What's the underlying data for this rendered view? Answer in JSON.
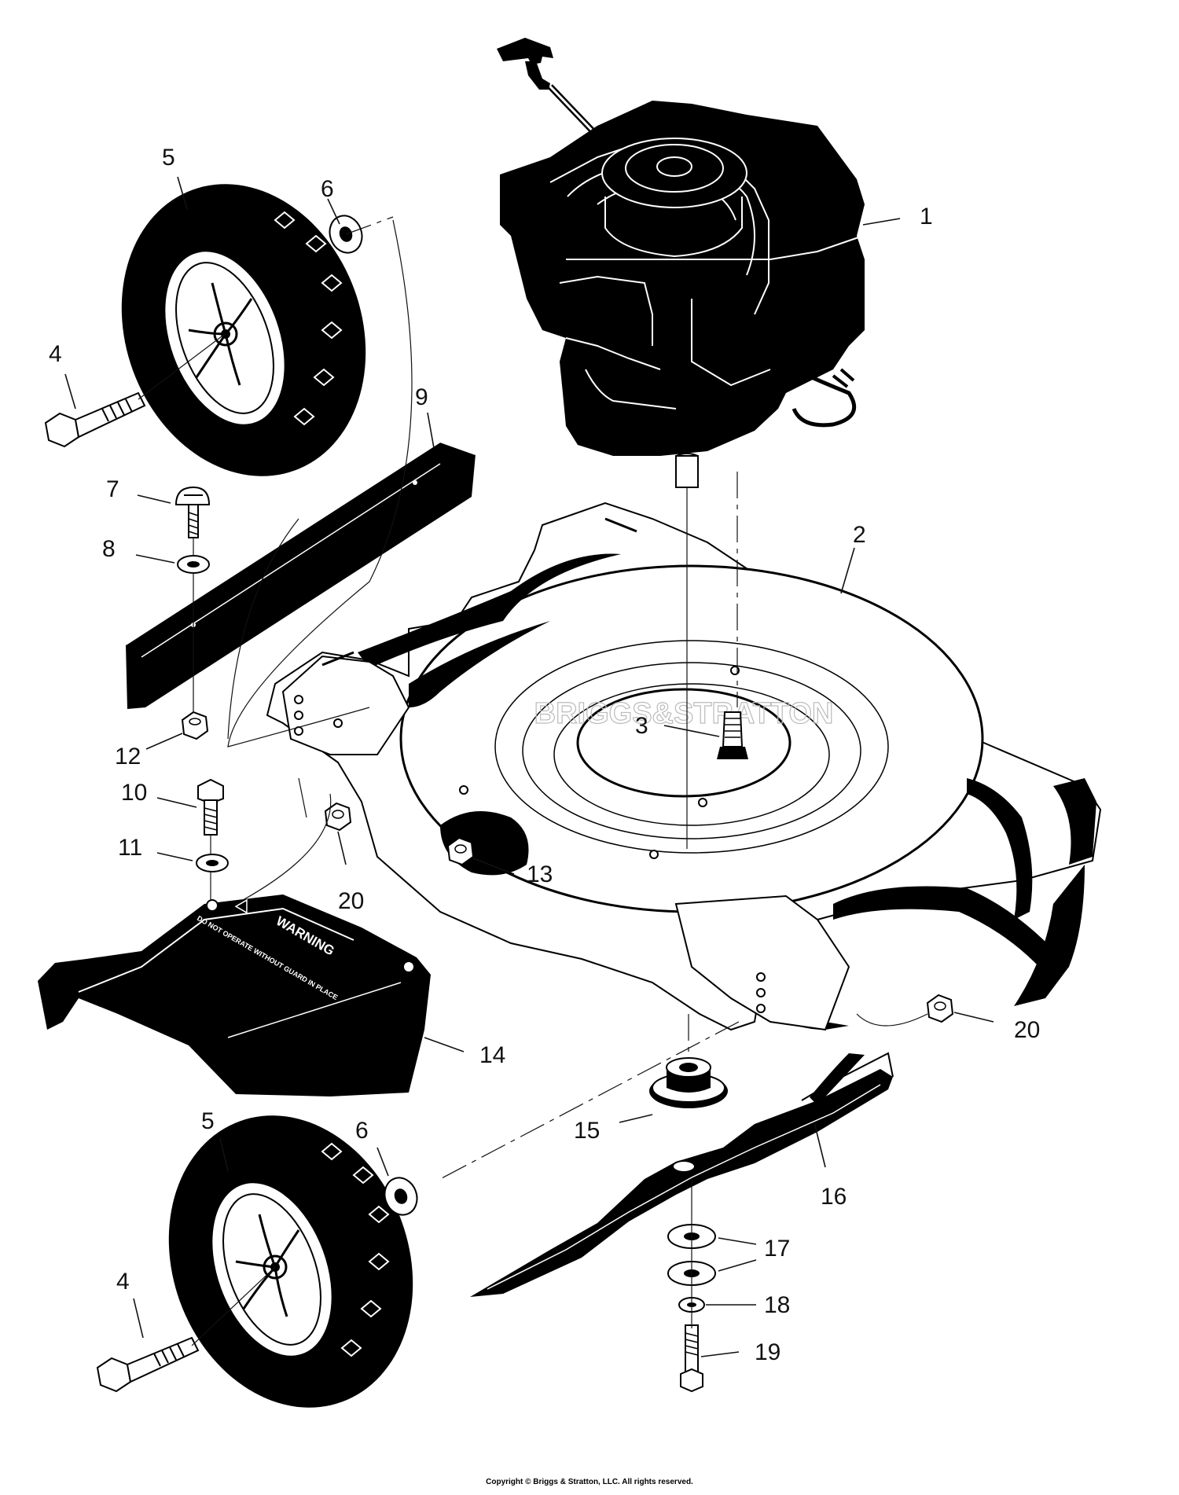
{
  "callouts": [
    {
      "id": "c1",
      "label": "1"
    },
    {
      "id": "c2",
      "label": "2"
    },
    {
      "id": "c3",
      "label": "3"
    },
    {
      "id": "c4a",
      "label": "4"
    },
    {
      "id": "c4b",
      "label": "4"
    },
    {
      "id": "c5a",
      "label": "5"
    },
    {
      "id": "c5b",
      "label": "5"
    },
    {
      "id": "c6a",
      "label": "6"
    },
    {
      "id": "c6b",
      "label": "6"
    },
    {
      "id": "c7",
      "label": "7"
    },
    {
      "id": "c8",
      "label": "8"
    },
    {
      "id": "c9",
      "label": "9"
    },
    {
      "id": "c10",
      "label": "10"
    },
    {
      "id": "c11",
      "label": "11"
    },
    {
      "id": "c12",
      "label": "12"
    },
    {
      "id": "c13",
      "label": "13"
    },
    {
      "id": "c14",
      "label": "14"
    },
    {
      "id": "c15",
      "label": "15"
    },
    {
      "id": "c16",
      "label": "16"
    },
    {
      "id": "c17a",
      "label": "17"
    },
    {
      "id": "c17b",
      "label": "17"
    },
    {
      "id": "c18",
      "label": "18"
    },
    {
      "id": "c19",
      "label": "19"
    },
    {
      "id": "c20a",
      "label": "20"
    },
    {
      "id": "c20b",
      "label": "20"
    }
  ],
  "deck_watermark": "BRIGGS&STRATTON",
  "chute_warning_title": "WARNING",
  "chute_warning_text": "DO NOT OPERATE WITHOUT GUARD IN PLACE",
  "copyright": "Copyright © Briggs & Stratton, LLC. All rights reserved.",
  "colors": {
    "ink": "#000000",
    "paper": "#ffffff"
  }
}
